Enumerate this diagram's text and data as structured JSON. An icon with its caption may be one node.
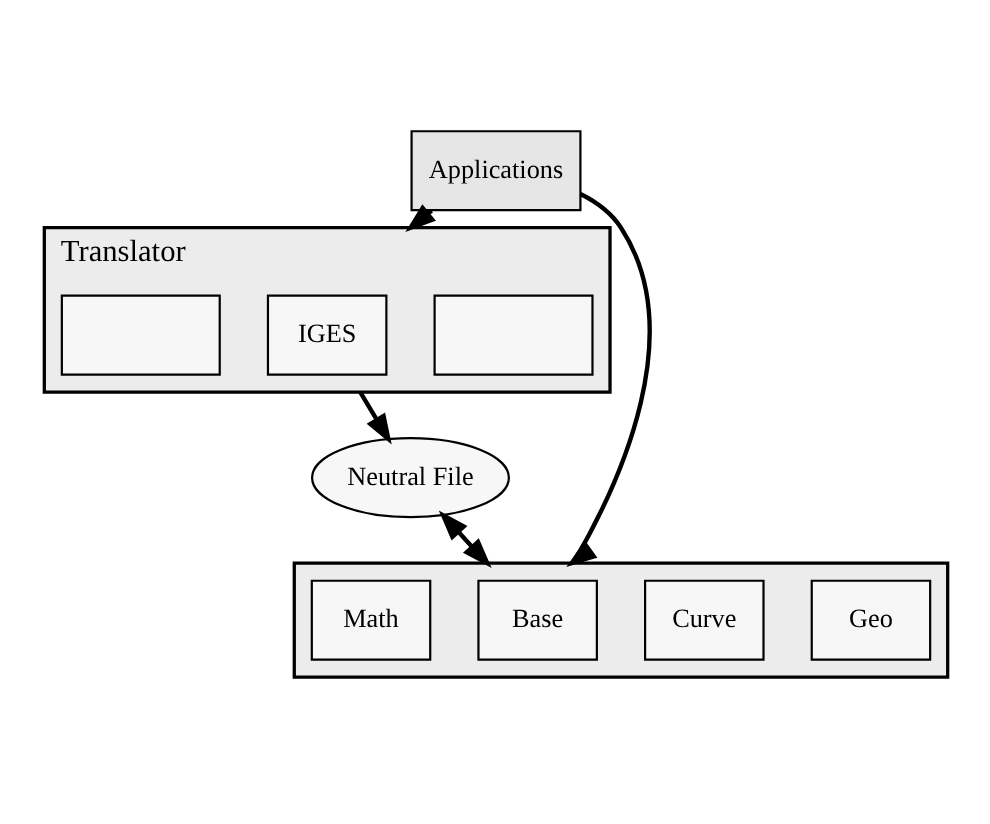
{
  "diagram": {
    "nodes": [
      {
        "text": [
          "Applications"
        ]
      },
      {
        "text": [
          "Translator"
        ]
      },
      {
        "text": [],
        "shape": "box",
        "in": 1
      },
      {
        "text": [
          "IGES"
        ],
        "in": 1
      },
      {
        "text": [],
        "shape": "box",
        "in": 1
      },
      {
        "text": [
          "Neutral File"
        ]
      },
      {
        "text": [],
        "shape": "box"
      },
      {
        "text": [
          "Geo"
        ],
        "in": 6
      },
      {
        "text": [
          "Curve"
        ],
        "in": 6
      },
      {
        "text": [
          "Base"
        ],
        "in": 6
      },
      {
        "text": [
          "Math"
        ],
        "in": 6
      }
    ],
    "edges": [
      {
        "from": 0,
        "to": 1,
        "arrow": "to"
      },
      {
        "from": 1,
        "to": 5,
        "arrow": "to"
      },
      {
        "from": 5,
        "to": 6,
        "arrow": "both"
      },
      {
        "from": 0,
        "to": 6,
        "arrow": "to"
      }
    ]
  }
}
